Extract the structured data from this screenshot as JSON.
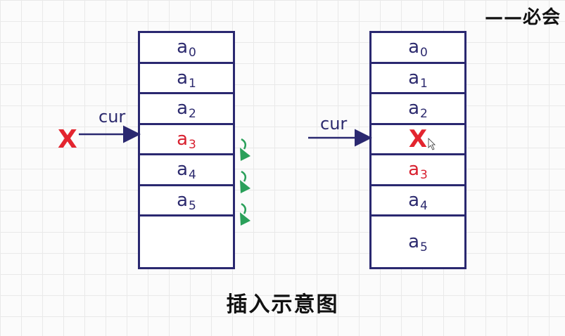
{
  "note": "——必会",
  "caption": "插入示意图",
  "left_array": {
    "pointer_label": "cur",
    "insert_value": "X",
    "cells": [
      {
        "base": "a",
        "sub": "0",
        "highlight": false
      },
      {
        "base": "a",
        "sub": "1",
        "highlight": false
      },
      {
        "base": "a",
        "sub": "2",
        "highlight": false
      },
      {
        "base": "a",
        "sub": "3",
        "highlight": true
      },
      {
        "base": "a",
        "sub": "4",
        "highlight": false
      },
      {
        "base": "a",
        "sub": "5",
        "highlight": false
      },
      {
        "base": "",
        "sub": "",
        "highlight": false
      }
    ]
  },
  "right_array": {
    "pointer_label": "cur",
    "cells": [
      {
        "base": "a",
        "sub": "0",
        "highlight": false
      },
      {
        "base": "a",
        "sub": "1",
        "highlight": false
      },
      {
        "base": "a",
        "sub": "2",
        "highlight": false
      },
      {
        "base": "X",
        "sub": "",
        "highlight": false,
        "is_x": true
      },
      {
        "base": "a",
        "sub": "3",
        "highlight": true
      },
      {
        "base": "a",
        "sub": "4",
        "highlight": false
      },
      {
        "base": "a",
        "sub": "5",
        "highlight": false
      }
    ]
  },
  "colors": {
    "border": "#2a2870",
    "text": "#2c2a6e",
    "highlight": "#d8202f",
    "shift_arrow": "#2aa05a"
  }
}
